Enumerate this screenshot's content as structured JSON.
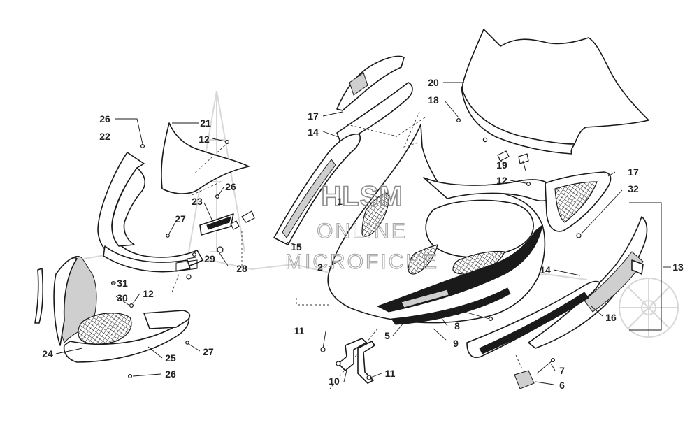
{
  "watermark": {
    "line1": "HLSM",
    "line2": "ONLINE",
    "line3": "MICROFICHE"
  },
  "callouts": [
    {
      "id": "c26a",
      "text": "26"
    },
    {
      "id": "c22",
      "text": "22"
    },
    {
      "id": "c21",
      "text": "21"
    },
    {
      "id": "c12a",
      "text": "12"
    },
    {
      "id": "c26b",
      "text": "26"
    },
    {
      "id": "c23",
      "text": "23"
    },
    {
      "id": "c27a",
      "text": "27"
    },
    {
      "id": "c29",
      "text": "29"
    },
    {
      "id": "c28",
      "text": "28"
    },
    {
      "id": "c31",
      "text": "31"
    },
    {
      "id": "c30",
      "text": "30"
    },
    {
      "id": "c12b",
      "text": "12"
    },
    {
      "id": "c24",
      "text": "24"
    },
    {
      "id": "c25",
      "text": "25"
    },
    {
      "id": "c27b",
      "text": "27"
    },
    {
      "id": "c26c",
      "text": "26"
    },
    {
      "id": "c17a",
      "text": "17"
    },
    {
      "id": "c14a",
      "text": "14"
    },
    {
      "id": "c1",
      "text": "1"
    },
    {
      "id": "c15",
      "text": "15"
    },
    {
      "id": "c2",
      "text": "2"
    },
    {
      "id": "c5",
      "text": "5"
    },
    {
      "id": "c11a",
      "text": "11"
    },
    {
      "id": "c10",
      "text": "10"
    },
    {
      "id": "c11b",
      "text": "11"
    },
    {
      "id": "c12c",
      "text": "12"
    },
    {
      "id": "c8",
      "text": "8"
    },
    {
      "id": "c9",
      "text": "9"
    },
    {
      "id": "c20",
      "text": "20"
    },
    {
      "id": "c18",
      "text": "18"
    },
    {
      "id": "c19",
      "text": "19"
    },
    {
      "id": "c12d",
      "text": "12"
    },
    {
      "id": "c17b",
      "text": "17"
    },
    {
      "id": "c32",
      "text": "32"
    },
    {
      "id": "c13",
      "text": "13"
    },
    {
      "id": "c14b",
      "text": "14"
    },
    {
      "id": "c16",
      "text": "16"
    },
    {
      "id": "c7",
      "text": "7"
    },
    {
      "id": "c6",
      "text": "6"
    }
  ]
}
